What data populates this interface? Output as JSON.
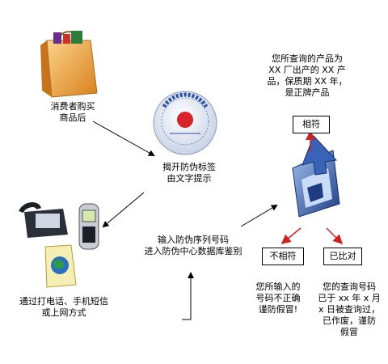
{
  "steps": {
    "consumer": "消费者购买\n商品后",
    "open_label": "揭开防伪标签\n由文字提示",
    "contact": "通过打电话、手机短信\n或上网方式",
    "input": "输入防伪序列号码\n进入防伪中心数据库鉴别"
  },
  "label_seal": {
    "ring_text": "国家商品质量监督防伪中心",
    "number_line": "1285 5798 2252 1668"
  },
  "results": {
    "genuine_text": "您所查询的产品为\nXX 厂出产的 XX 产\n品，保质期 XX 年，\n是正牌产品",
    "genuine_box": "相符",
    "mismatch_box": "不相符",
    "mismatch_text": "您所输入的\n号码不正确\n谨防假冒!",
    "checked_box": "已比对",
    "checked_text": "您的查询号码\n已于 xx 年 x 月\nx 日被查询过，\n已作废，谨防\n假冒"
  },
  "colors": {
    "arrow_black": "#000000",
    "arrow_red": "#cc2222",
    "bag": "#e9a03a",
    "seal_blue": "#2a4fa8",
    "seal_red": "#d8232a",
    "computer_blue": "#2b4f9a"
  },
  "icons": [
    "shopping-bag-icon",
    "anti-counterfeit-label-icon",
    "desk-phone-icon",
    "mobile-phone-icon",
    "web-document-icon",
    "computer-verification-icon"
  ]
}
